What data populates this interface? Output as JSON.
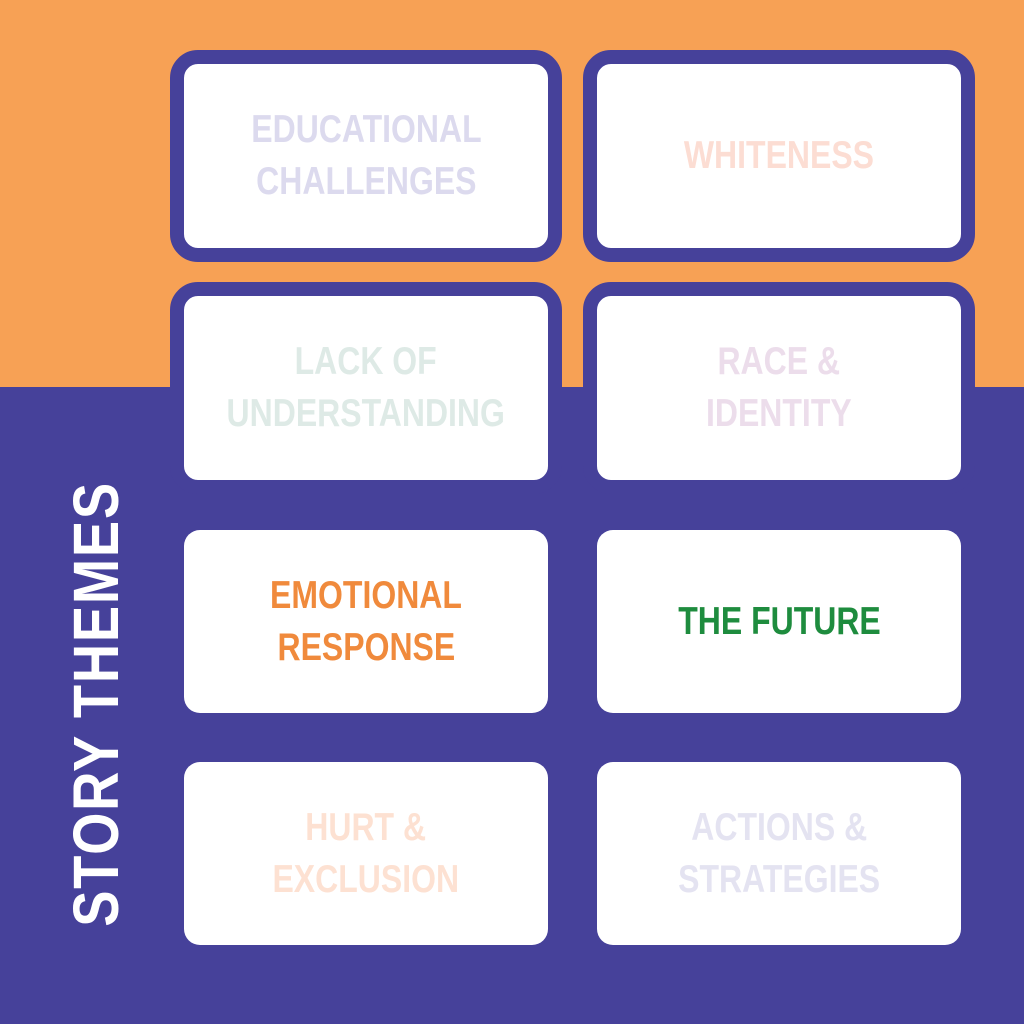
{
  "title": "STORY THEMES",
  "colors": {
    "orange": "#F7A155",
    "purple": "#46419A"
  },
  "themes": [
    {
      "line1": "EDUCATIONAL",
      "line2": "CHALLENGES",
      "color": "#DCDAEE"
    },
    {
      "line1": "WHITENESS",
      "line2": "",
      "color": "#FCDDD3"
    },
    {
      "line1": "LACK OF",
      "line2": "UNDERSTANDING",
      "color": "#DEEAE6"
    },
    {
      "line1": "RACE &",
      "line2": "IDENTITY",
      "color": "#ECDDEB"
    },
    {
      "line1": "EMOTIONAL",
      "line2": "RESPONSE",
      "color": "#F08A3C"
    },
    {
      "line1": "THE FUTURE",
      "line2": "",
      "color": "#1E8C3E"
    },
    {
      "line1": "HURT &",
      "line2": "EXCLUSION",
      "color": "#FDE1D2"
    },
    {
      "line1": "ACTIONS &",
      "line2": "STRATEGIES",
      "color": "#E4E3F1"
    }
  ]
}
